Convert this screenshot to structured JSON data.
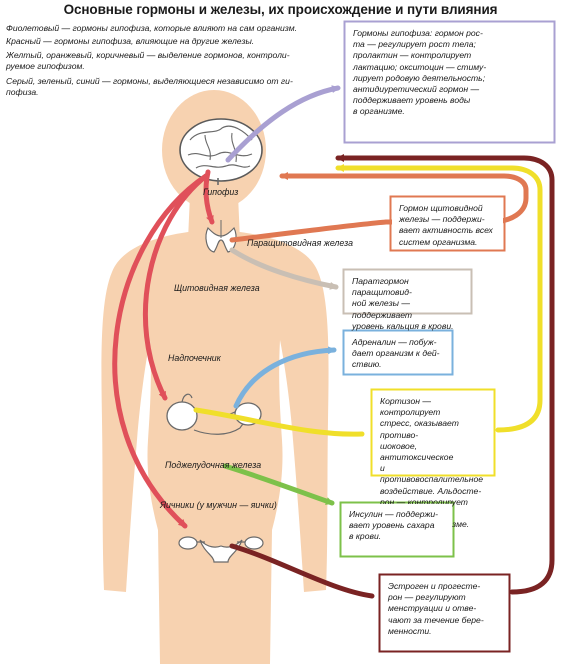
{
  "title": "Основные гормоны и железы, их происхождение и пути влияния",
  "legend": [
    "Фиолетовый — гормоны гипофиза, которые влияют на сам организм.",
    "Красный — гормоны гипофиза, влияющие на другие железы.",
    "Желтый, оранжевый, коричневый — выделение гормонов, контроли-\nруемое гипофизом.",
    "Серый, зеленый, синий — гормоны, выделяющиеся независимо от ги-\nпофиза."
  ],
  "labels": {
    "pituitary": "Гипофиз",
    "parathyroid": "Паращитовидная железа",
    "thyroid": "Щитовидная железа",
    "adrenal": "Надпочечник",
    "pancreas": "Поджелудочная железа",
    "ovaries": "Яичники (у мужчин — яички)"
  },
  "boxes": {
    "pituitary": "Гормоны гипофиза: гормон рос-\nта — регулирует рост тела;\nпролактин — контролирует\nлактацию; окситоцин — стиму-\nлирует родовую деятельность;\nантидиуретический гормон —\nподдерживает уровень воды\nв организме.",
    "thyroid": "Гормон щитовидной\nжелезы — поддержи-\nвает активность всех\nсистем организма.",
    "parathyroid": "Паратгормон паращитовид-\nной железы — поддерживает\nуровень кальция в крови.",
    "adrenaline": "Адреналин — побуж-\nдает организм к дей-\nствию.",
    "cortisone": "Кортизон — контролирует\nстресс, оказывает противо-\nшоковое, антитоксическое\nи противовоспалительное\nвоздействие. Альдосте-\nрон — контролирует уров-\nень соли в организме.",
    "insulin": "Инсулин — поддержи-\nвает уровень сахара\nв крови.",
    "estrogen": "Эстроген и прогесте-\nрон — регулируют\nменструации и отве-\nчают за течение бере-\nменности."
  },
  "colors": {
    "violet": "#a9a0d2",
    "red": "#e0505a",
    "orange": "#e07852",
    "brown": "#7a2323",
    "yellow": "#f0df2a",
    "gray": "#c9bfb4",
    "blue": "#7ab1dd",
    "green": "#7dc14a",
    "body": "#f7d2b0"
  }
}
